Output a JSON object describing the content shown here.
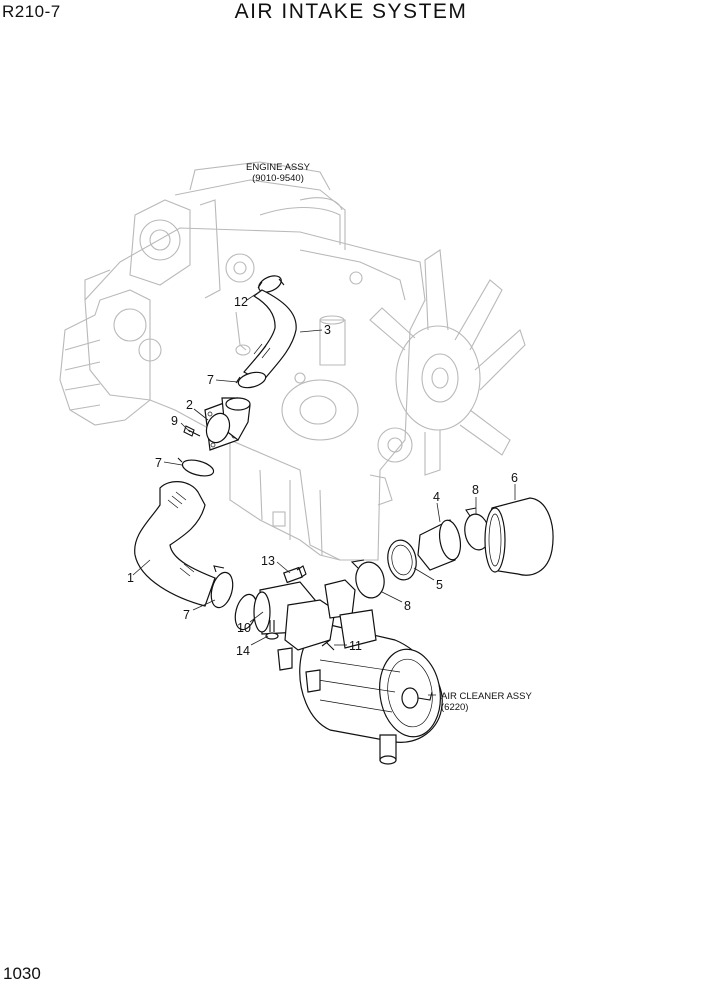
{
  "header": {
    "model": "R210-7",
    "title": "AIR INTAKE SYSTEM"
  },
  "footer": {
    "page_number": "1030"
  },
  "assemblies": {
    "engine": {
      "name": "ENGINE ASSY",
      "code": "(9010-9540)"
    },
    "air_cleaner": {
      "name": "AIR CLEANER ASSY",
      "code": "(6220)"
    }
  },
  "callouts": {
    "c1": "1",
    "c2": "2",
    "c3": "3",
    "c4": "4",
    "c5": "5",
    "c6": "6",
    "c7a": "7",
    "c7b": "7",
    "c7c": "7",
    "c8a": "8",
    "c8b": "8",
    "c9": "9",
    "c10": "10",
    "c11": "11",
    "c12": "12",
    "c13": "13",
    "c14": "14"
  }
}
